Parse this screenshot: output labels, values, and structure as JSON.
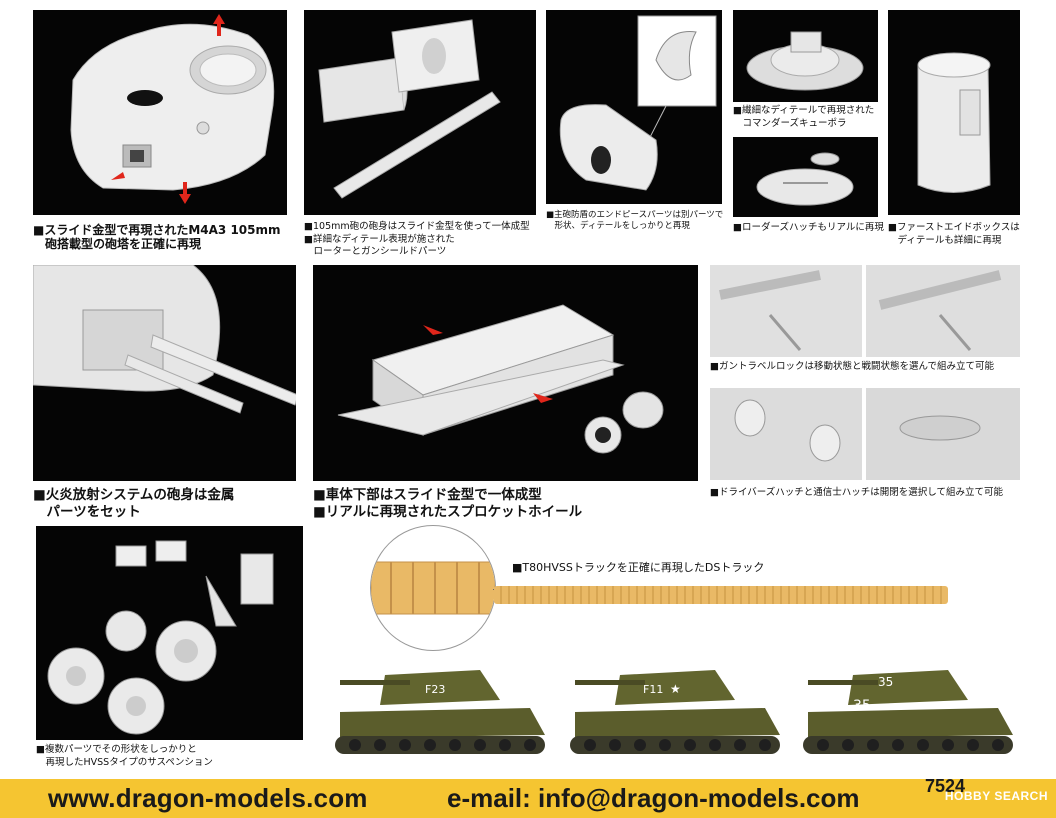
{
  "captions": {
    "turret": [
      "■スライド金型で再現されたM4A3 105mm",
      "　砲搭載型の砲塔を正確に再現"
    ],
    "barrel": [
      "■105mm砲の砲身はスライド金型を使って一体成型",
      "■詳細なディテール表現が施された",
      "　ローターとガンシールドパーツ"
    ],
    "endpiece": [
      "■主砲防盾のエンドピースパーツは別パーツで",
      "　形状、ディテールをしっかりと再現"
    ],
    "cupola": [
      "■繊細なディテールで再現された",
      "　コマンダーズキューポラ"
    ],
    "loader_hatch": [
      "■ローダーズハッチもリアルに再現"
    ],
    "first_aid": [
      "■ファーストエイドボックスは",
      "　ディテールも詳細に再現"
    ],
    "flame": [
      "■火炎放射システムの砲身は金属",
      "　パーツをセット"
    ],
    "hull": [
      "■車体下部はスライド金型で一体成型",
      "■リアルに再現されたスプロケットホイール"
    ],
    "travel_lock": [
      "■ガントラベルロックは移動状態と戦闘状態を選んで組み立て可能"
    ],
    "hatches": [
      "■ドライバーズハッチと通信士ハッチは開閉を選択して組み立て可能"
    ],
    "suspension": [
      "■複数パーツでその形状をしっかりと",
      "　再現したHVSSタイプのサスペンション"
    ],
    "track": [
      "■T80HVSSトラックを正確に再現したDSトラック"
    ]
  },
  "tanks": [
    {
      "marking": "F23",
      "extra": ""
    },
    {
      "marking": "F11",
      "extra": "★"
    },
    {
      "marking": "35",
      "extra": "35"
    }
  ],
  "footer": {
    "website": "www.dragon-models.com",
    "email": "e-mail: info@dragon-models.com",
    "code": "7524",
    "watermark": "HOBBY SEARCH"
  },
  "colors": {
    "panel": "#050505",
    "part": "#e9e9e9",
    "arrow": "#e0261b",
    "track": "#e9b966",
    "tank": "#5b5d2c",
    "footer": "#f5c531"
  }
}
